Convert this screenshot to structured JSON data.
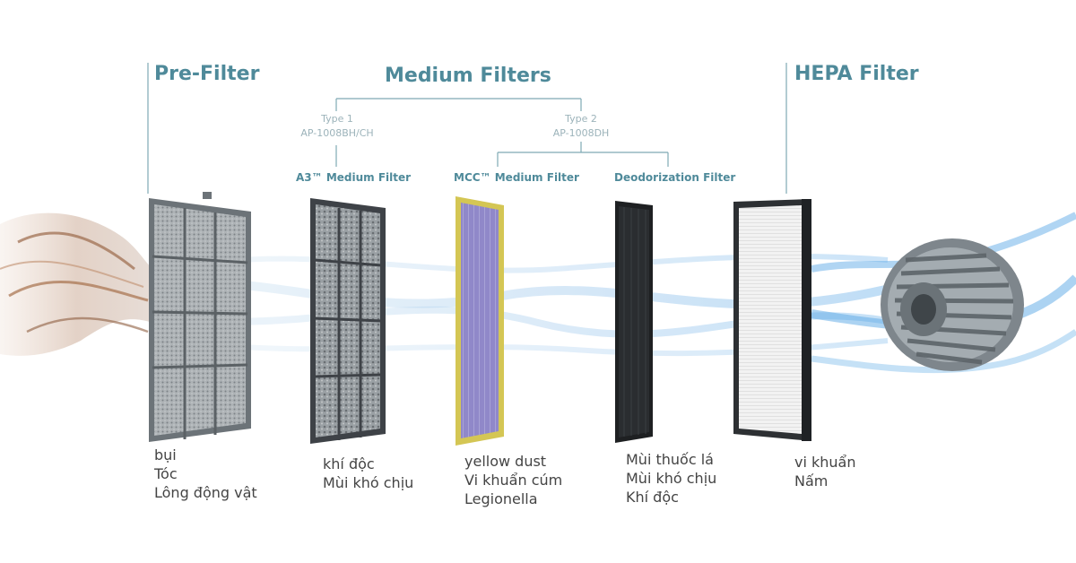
{
  "headers": {
    "pre_filter": "Pre-Filter",
    "medium_filters": "Medium Filters",
    "hepa_filter": "HEPA Filter"
  },
  "types": {
    "type1_label": "Type 1",
    "type1_model": "AP-1008BH/CH",
    "type2_label": "Type 2",
    "type2_model": "AP-1008DH"
  },
  "subfilters": {
    "a3": "A3™ Medium Filter",
    "mcc": "MCC™ Medium Filter",
    "deodorization": "Deodorization Filter"
  },
  "descriptions": {
    "pre_filter": [
      "bụi",
      "Tóc",
      "Lông động vật"
    ],
    "a3": [
      "khí độc",
      "Mùi khó chịu"
    ],
    "mcc": [
      "yellow dust",
      "Vi khuẩn cúm",
      "Legionella"
    ],
    "deodorization": [
      "Mùi thuốc lá",
      "Mùi khó chịu",
      "Khí độc"
    ],
    "hepa": [
      "vi khuẩn",
      "Nấm"
    ]
  },
  "colors": {
    "heading": "#4f8a9a",
    "connector": "#7fa9b4",
    "pre_filter_frame": "#6c7378",
    "a3_frame": "#3e4247",
    "mcc_frame": "#d4c654",
    "mcc_media": "#8f86c8",
    "deodorization_media": "#1e2022",
    "hepa_frame": "#2d3033",
    "hepa_media": "#f1f1f1",
    "air_flow": "#8fc6e8",
    "dust_flow": "#b07c5a"
  },
  "icons": {
    "fan": "centrifugal-fan-icon"
  }
}
